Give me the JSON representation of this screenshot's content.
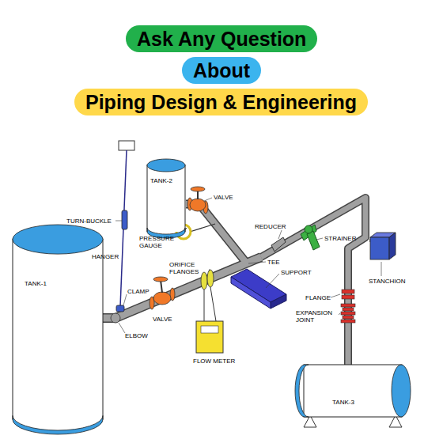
{
  "diagram": {
    "nodes": [
      {
        "text": [
          "Ask Any Question"
        ]
      },
      {
        "text": [
          "About"
        ]
      },
      {
        "text": [
          "Piping Design & Engineering"
        ]
      },
      {
        "text": [
          "TANK-2"
        ]
      },
      {
        "text": [
          "TANK-1"
        ]
      },
      {
        "text": [
          "TANK-3"
        ]
      }
    ],
    "labels": [
      "TURN-BUCKLE",
      "HANGER",
      "CLAMP",
      "ELBOW",
      "VALVE",
      "PRESSURE GAUGE",
      "REDUCER",
      "TEE",
      "STRAINER",
      "ORIFICE FLANGES",
      "SUPPORT",
      "VALVE",
      "FLANGE",
      "STANCHION",
      "EXPANSION JOINT",
      "FLOW METER"
    ]
  }
}
